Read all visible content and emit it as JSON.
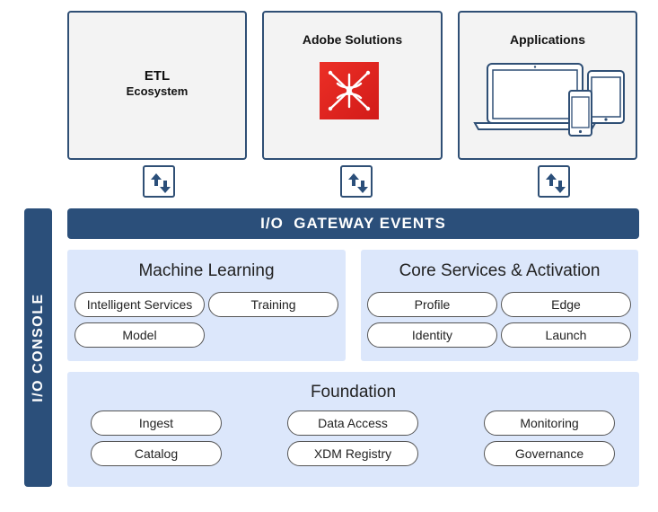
{
  "top_boxes": {
    "etl": {
      "title": "ETL",
      "subtitle": "Ecosystem"
    },
    "adobe": {
      "title": "Adobe Solutions"
    },
    "apps": {
      "title": "Applications"
    }
  },
  "console_label": "I/O CONSOLE",
  "gateway_label": "I/O  GATEWAY EVENTS",
  "machine_learning": {
    "title": "Machine Learning",
    "items": [
      "Intelligent Services",
      "Training",
      "Model"
    ]
  },
  "core_services": {
    "title": "Core Services & Activation",
    "items": [
      "Profile",
      "Edge",
      "Identity",
      "Launch"
    ]
  },
  "foundation": {
    "title": "Foundation",
    "items": [
      "Ingest",
      "Data Access",
      "Monitoring",
      "Catalog",
      "XDM Registry",
      "Governance"
    ]
  },
  "colors": {
    "navy": "#2b4f7a",
    "panel": "#dce7fb",
    "adobe_red": "#e0201f",
    "box_bg": "#f3f3f3"
  }
}
